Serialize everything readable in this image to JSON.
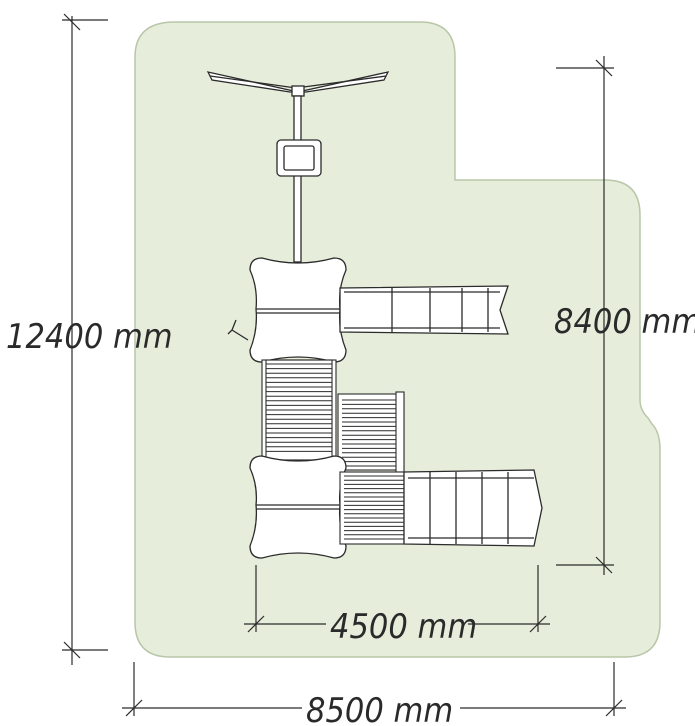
{
  "dimensions": {
    "total_height": "12400 mm",
    "right_height": "8400 mm",
    "structure_width": "4500 mm",
    "total_width": "8500 mm"
  },
  "colors": {
    "zone_fill": "#e6eedb",
    "zone_stroke": "#b9c6a8",
    "line": "#2b2b2b",
    "equipment_fill": "#ffffff"
  }
}
